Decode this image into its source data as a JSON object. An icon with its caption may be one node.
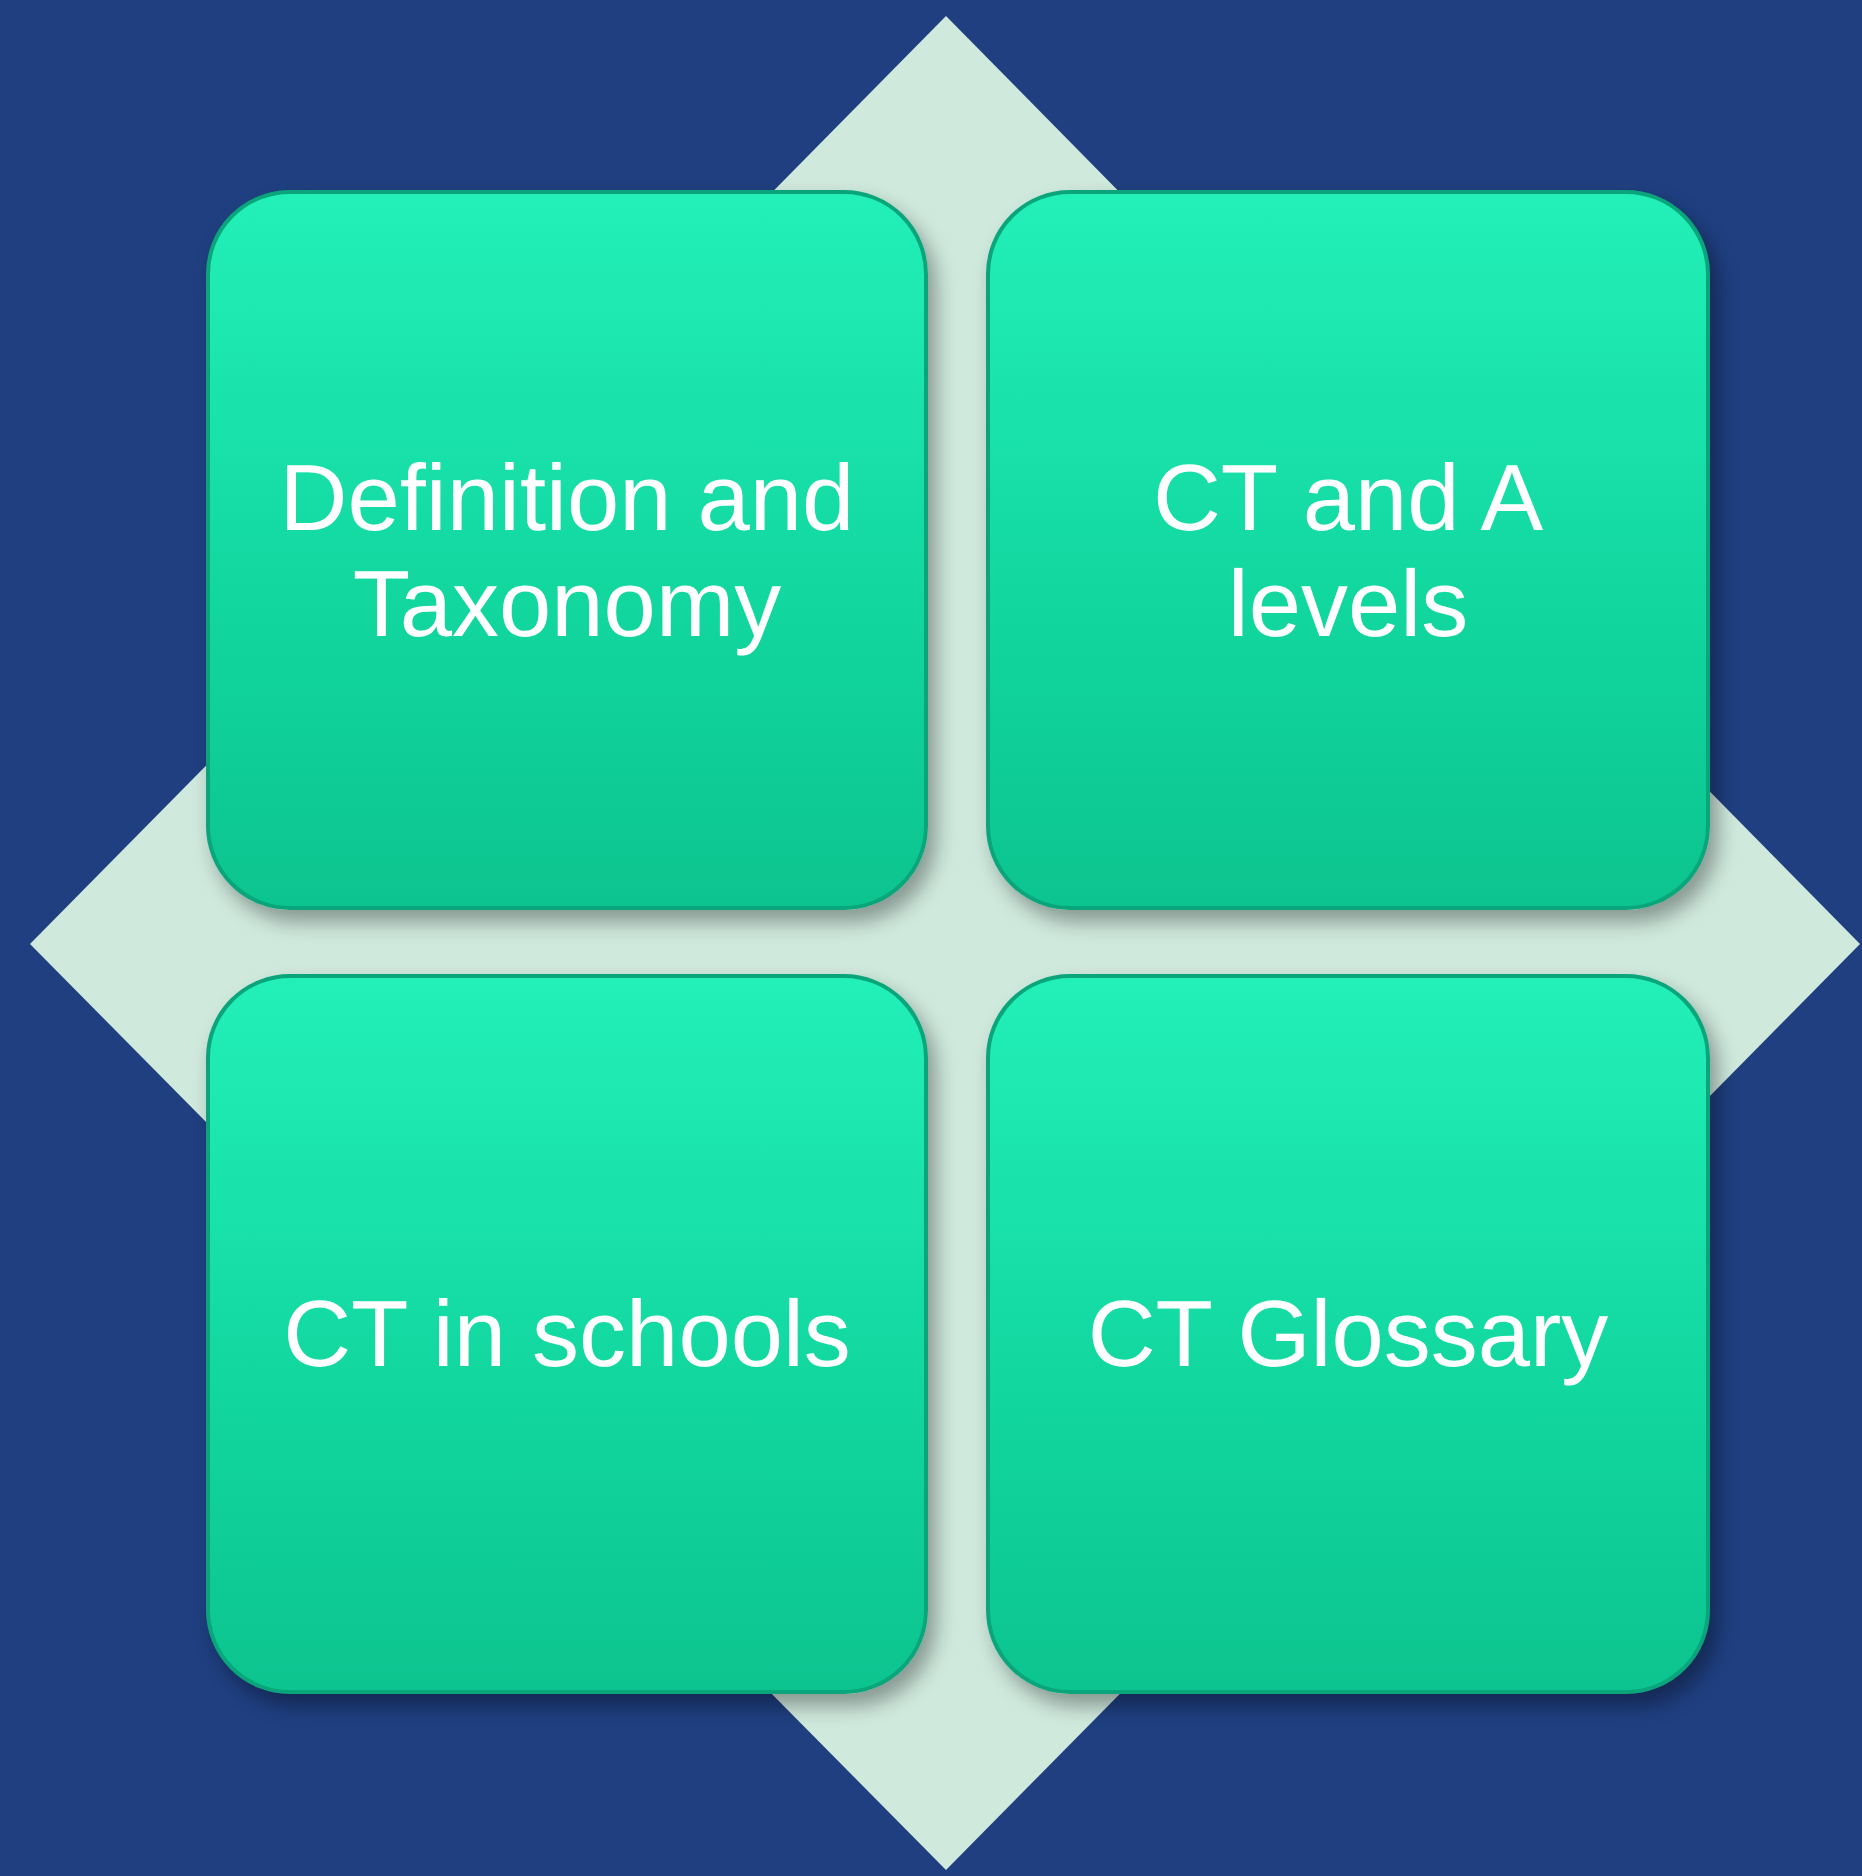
{
  "diagram": {
    "nodes": [
      {
        "text": [
          "Definition and Taxonomy"
        ]
      },
      {
        "text": [
          "CT and A levels"
        ]
      },
      {
        "text": [
          "CT in schools"
        ]
      },
      {
        "text": [
          "CT Glossary"
        ]
      }
    ]
  }
}
